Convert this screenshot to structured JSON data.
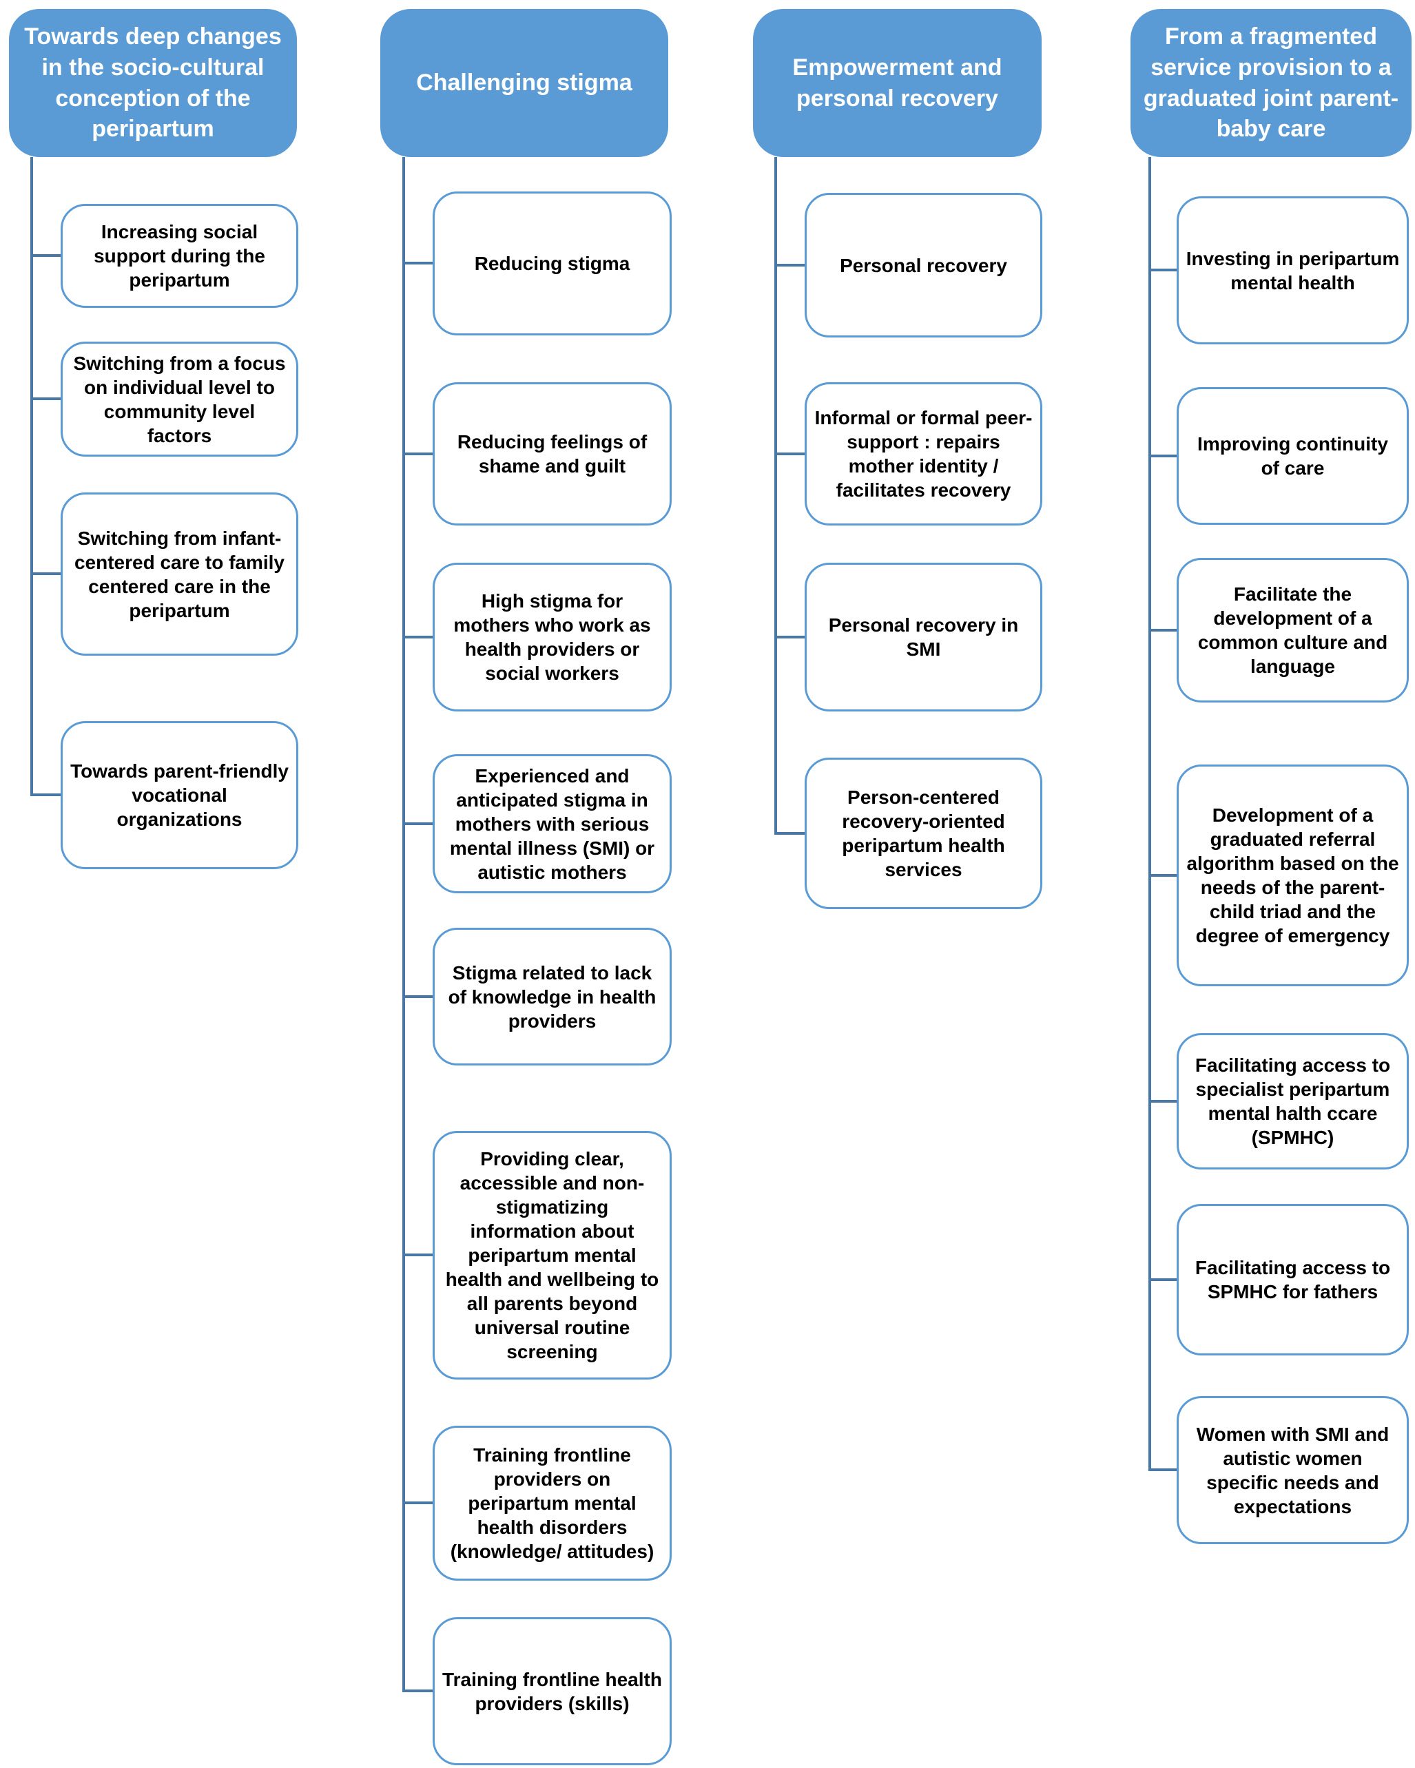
{
  "diagram": {
    "colors": {
      "header_fill": "#5b9bd5",
      "header_text": "#ffffff",
      "box_border": "#5b9bd5",
      "box_text": "#000000",
      "connector": "#4a78a6",
      "background": "#ffffff"
    },
    "columns": [
      {
        "title": "Towards deep changes in the socio-cultural conception of the peripartum",
        "items": [
          "Increasing social support during the peripartum",
          "Switching from a focus on individual level to community level factors",
          "Switching from infant-centered care to family centered care in the peripartum",
          "Towards parent-friendly vocational organizations"
        ]
      },
      {
        "title": "Challenging stigma",
        "items": [
          "Reducing stigma",
          "Reducing feelings of shame and guilt",
          "High stigma for mothers who work as health providers or social workers",
          "Experienced and anticipated stigma in mothers with serious mental illness (SMI) or autistic mothers",
          "Stigma related to lack of knowledge in health providers",
          "Providing clear, accessible and non-stigmatizing information about peripartum mental health and wellbeing to all parents beyond universal routine screening",
          "Training frontline providers on peripartum mental health disorders (knowledge/ attitudes)",
          "Training frontline health providers (skills)"
        ]
      },
      {
        "title": "Empowerment and personal recovery",
        "items": [
          "Personal recovery",
          "Informal or formal peer-support : repairs mother identity / facilitates recovery",
          "Personal recovery in SMI",
          "Person-centered recovery-oriented peripartum health services"
        ]
      },
      {
        "title": "From a fragmented service provision to a graduated joint parent-baby care",
        "items": [
          "Investing in peripartum mental health",
          "Improving continuity of care",
          "Facilitate the development of a common culture and language",
          "Development of a graduated referral algorithm based on the needs of the parent-child triad and the degree of emergency",
          "Facilitating access to specialist peripartum mental halth ccare (SPMHC)",
          "Facilitating access to SPMHC for fathers",
          "Women with SMI and autistic women specific needs and expectations"
        ]
      }
    ]
  }
}
